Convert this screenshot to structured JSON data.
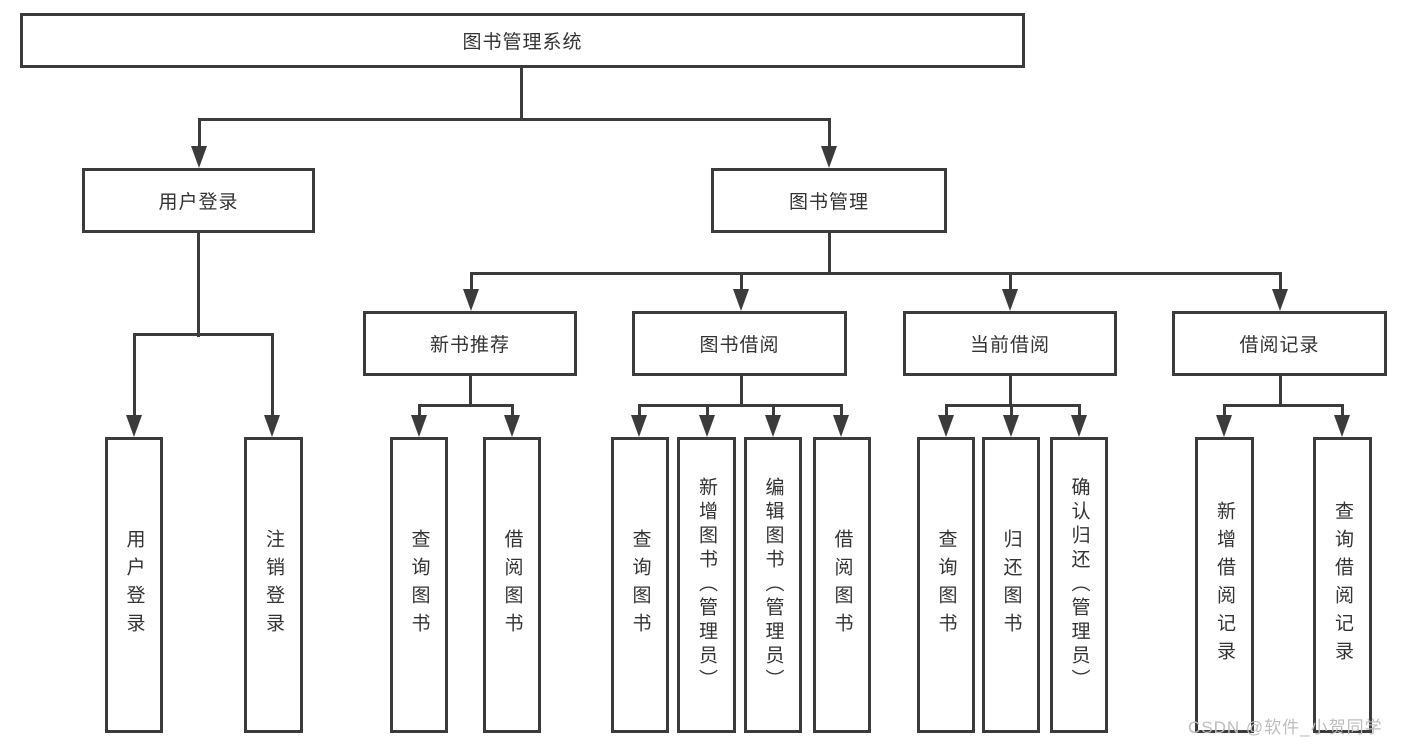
{
  "tree": {
    "root": {
      "label": "图书管理系统"
    },
    "children": [
      {
        "label": "用户登录",
        "children": [
          {
            "label": "用户登录"
          },
          {
            "label": "注销登录"
          }
        ]
      },
      {
        "label": "图书管理",
        "children": [
          {
            "label": "新书推荐",
            "children": [
              {
                "label": "查询图书"
              },
              {
                "label": "借阅图书"
              }
            ]
          },
          {
            "label": "图书借阅",
            "children": [
              {
                "label": "查询图书"
              },
              {
                "label": "新增图书（管理员）"
              },
              {
                "label": "编辑图书（管理员）"
              },
              {
                "label": "借阅图书"
              }
            ]
          },
          {
            "label": "当前借阅",
            "children": [
              {
                "label": "查询图书"
              },
              {
                "label": "归还图书"
              },
              {
                "label": "确认归还（管理员）"
              }
            ]
          },
          {
            "label": "借阅记录",
            "children": [
              {
                "label": "新增借阅记录"
              },
              {
                "label": "查询借阅记录"
              }
            ]
          }
        ]
      }
    ]
  },
  "colors": {
    "line": "#3b3b3b",
    "text": "#333333",
    "background": "#ffffff",
    "watermark": "#bdbdbd"
  },
  "watermark": "CSDN @软件_小贺同学"
}
